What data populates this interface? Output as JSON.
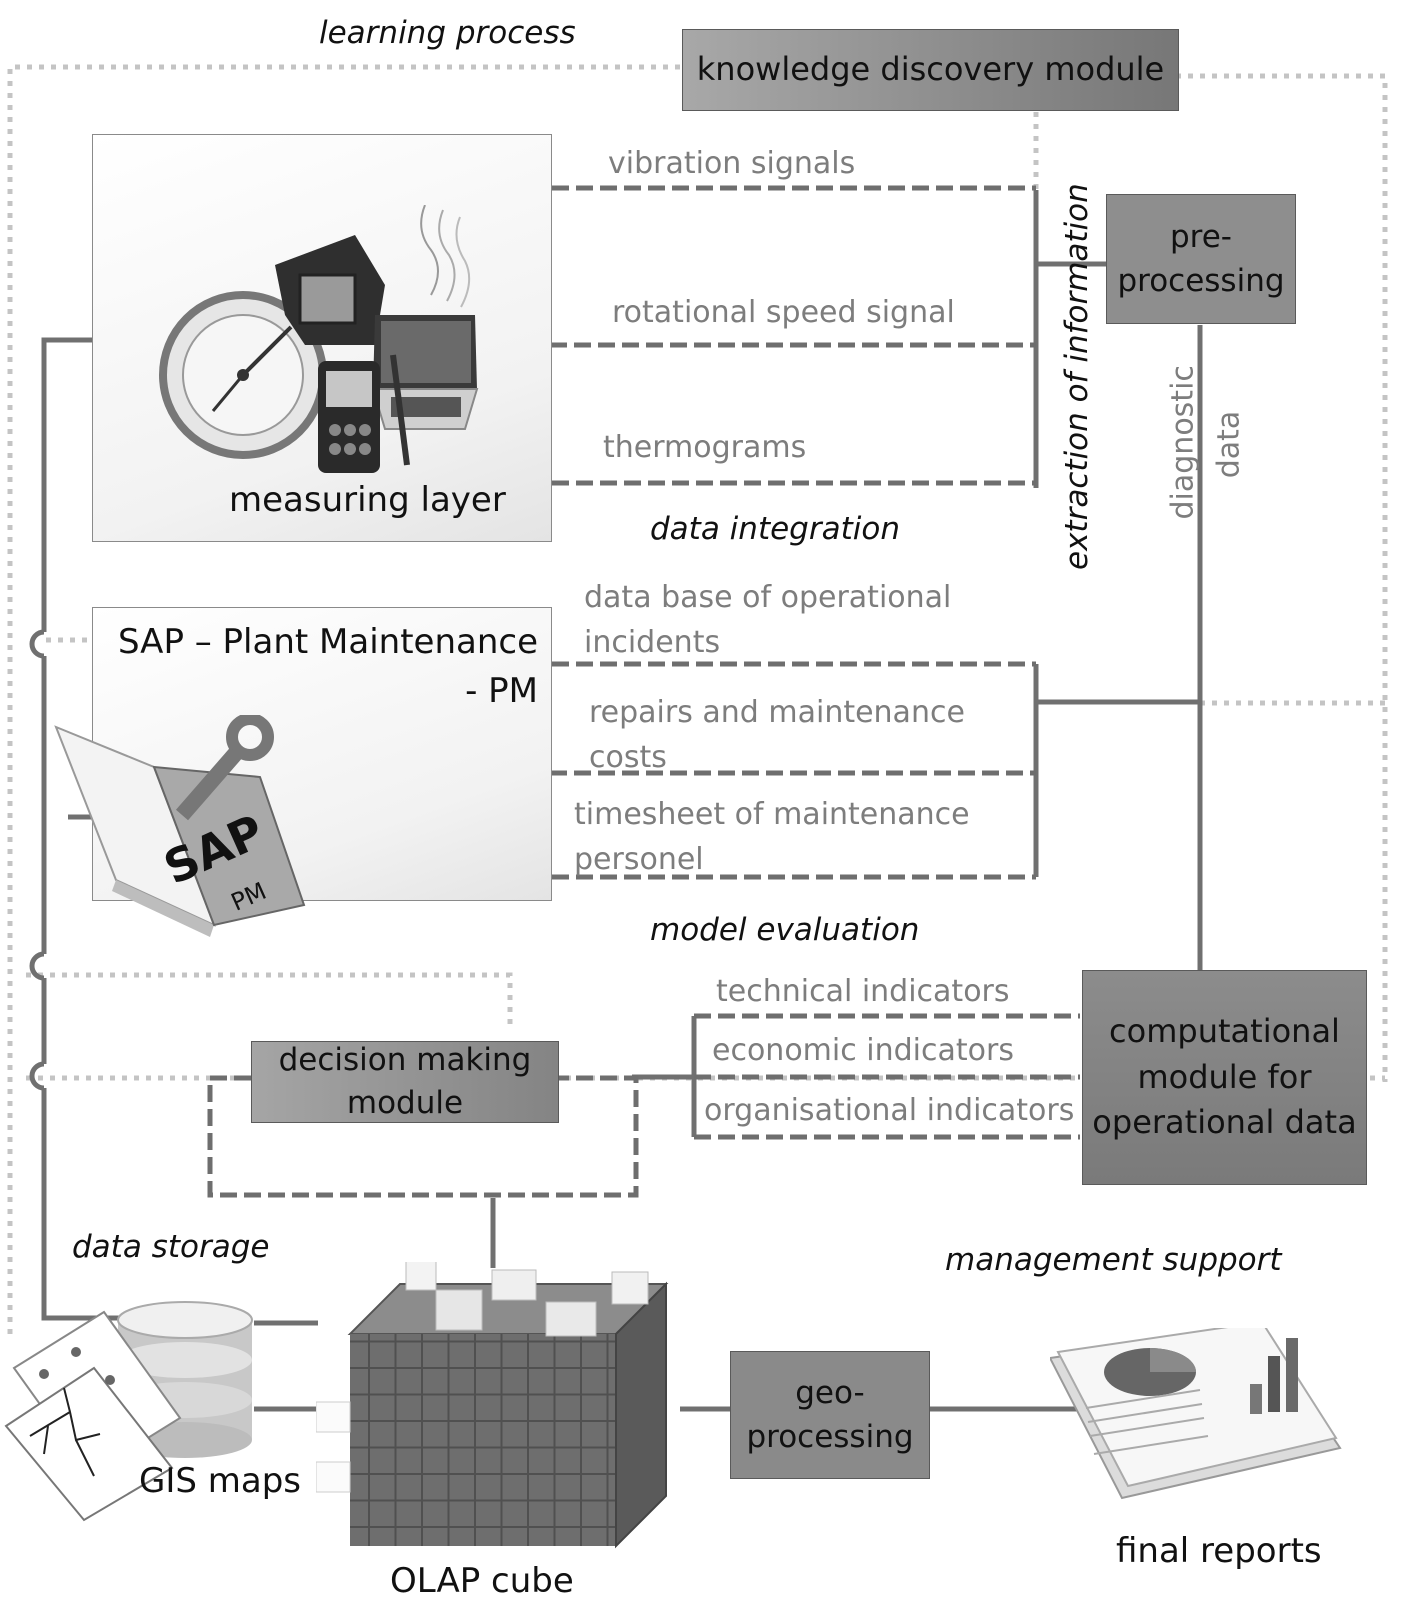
{
  "stages": {
    "learning_process": "learning process",
    "data_integration": "data integration",
    "extraction_of_information": "extraction of information",
    "model_evaluation": "model evaluation",
    "data_storage": "data storage",
    "management_support": "management support"
  },
  "modules": {
    "knowledge_discovery": "knowledge discovery module",
    "pre_processing": "pre-\nprocessing",
    "computational": "computational\nmodule for\noperational data",
    "decision_making": "decision making\nmodule",
    "geo_processing": "geo-\nprocessing"
  },
  "measuring_layer": {
    "title": "measuring layer",
    "signals": [
      "vibration signals",
      "rotational speed signal",
      "thermograms"
    ]
  },
  "sap": {
    "title": "SAP – Plant Maintenance\n- PM",
    "logo_main": "SAP",
    "logo_sub": "PM",
    "sources": [
      "data base of operational\nincidents",
      "repairs and maintenance\ncosts",
      "timesheet of maintenance\npersonel"
    ]
  },
  "diagnostic_data": [
    "diagnostic",
    "data"
  ],
  "indicators": [
    "technical indicators",
    "economic indicators",
    "organisational indicators"
  ],
  "storage": {
    "gis_maps": "GIS maps",
    "olap_cube": "OLAP cube"
  },
  "final_reports": "final reports",
  "colors": {
    "box_dark": "#808080",
    "box_light": "#a6a6a6",
    "solid_line": "#707070",
    "dashed_line": "#6e6e6e",
    "dotted_line": "#c4c4c4",
    "label_grey": "#7d7d7d"
  }
}
